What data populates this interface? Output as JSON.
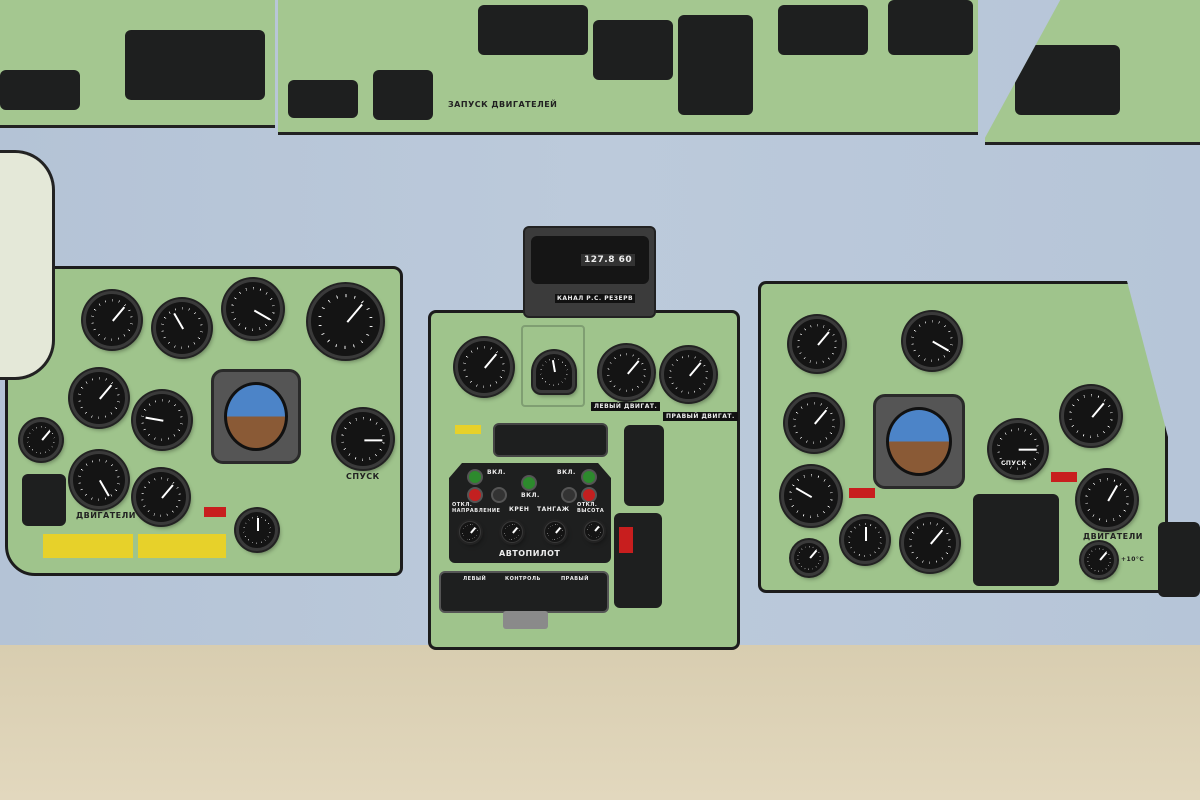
{
  "radio": {
    "frequency": "127.8 60",
    "plate": "КАНАЛ Р.С. РЕЗЕРВ"
  },
  "center": {
    "gauge_left": "ЛЕВЫЙ ДВИГАТ.",
    "gauge_right": "ПРАВЫЙ ДВИГАТ.",
    "on1": "ВКЛ.",
    "on2": "ВКЛ.",
    "on3": "ВКЛ.",
    "heading": "ОТКЛ. НАПРАВЛЕНИЕ",
    "roll": "КРЕН",
    "pitch": "ТАНГАЖ",
    "altitude": "ОТКЛ. ВЫСОТА",
    "autopilot": "АВТОПИЛОТ",
    "left": "ЛЕВЫЙ",
    "right": "ПРАВЫЙ",
    "control": "КОНТРОЛЬ"
  },
  "left_panel": {
    "engines": "ДВИГАТЕЛИ",
    "descent": "СПУСК"
  },
  "right_panel": {
    "engines": "ДВИГАТЕЛИ",
    "descent": "СПУСК",
    "temp": "+10°C"
  },
  "top": {
    "engine_start": "ЗАПУСК ДВИГАТЕЛЕЙ"
  }
}
